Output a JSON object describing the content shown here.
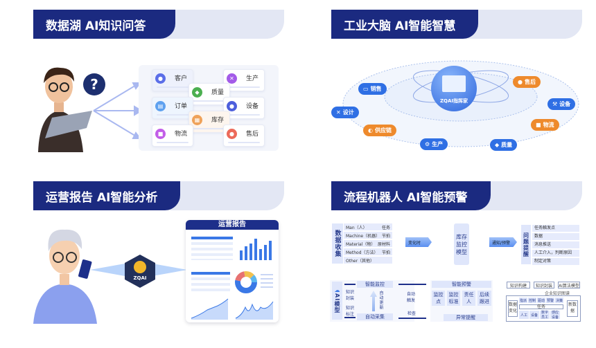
{
  "panels": {
    "qa": {
      "title": "数据湖 AI知识问答",
      "question_mark": "?",
      "cards": [
        "客户",
        "生产",
        "质量",
        "订单",
        "设备",
        "库存",
        "物流",
        "售后"
      ]
    },
    "brain": {
      "title": "工业大脑 AI智能智慧",
      "center": "ZQAI指挥家",
      "nodes": [
        "销售",
        "设计",
        "供应链",
        "生产",
        "质量",
        "售后",
        "设备",
        "物流"
      ]
    },
    "report": {
      "title": "运营报告 AI智能分析",
      "logo": "ZQAI",
      "doc_title": "运营报告"
    },
    "robot": {
      "title": "流程机器人 AI智能预警",
      "collect": "数据收集",
      "rows": [
        {
          "l": "Man（人）",
          "r": "任务"
        },
        {
          "l": "Machine（机器）",
          "r": "节拍"
        },
        {
          "l": "Material（物）",
          "r": "原材料"
        },
        {
          "l": "Method（方法）",
          "r": "节拍"
        },
        {
          "l": "Other（其他）",
          "r": ""
        }
      ],
      "arrow1": "变化时",
      "model": "库存监控模型",
      "arrow2": "通知/预警",
      "remind": "问题提醒",
      "remind_rows": [
        "任务触发点",
        "数据",
        "消息推送",
        "人工介入，判断原因",
        "制定对策"
      ],
      "ai_model": "AI模型",
      "smart_monitor": "智能监控",
      "auto_update": "自动更新",
      "know_pack": "知识封装",
      "know_label": "知识标注",
      "auto_collect": "自动采集",
      "auto_trigger": "自动触发",
      "check": "检查",
      "smart_warn": "智能预警",
      "warn_items": [
        "监控点",
        "监控标准",
        "责任人",
        "后续跟进"
      ],
      "abnormal": "异常提醒",
      "kg": {
        "build": "知识构建",
        "pack": "知识封装",
        "algo": "AI算法模型",
        "graph": "企业知识图谱",
        "data_change": "数据变化",
        "new_data": "新数据",
        "actions": [
          "指派",
          "控制",
          "驱动",
          "预警",
          "决策"
        ],
        "task": "任务",
        "bottom": [
          "人工",
          "设备",
          "数字员工",
          "感应设备"
        ]
      }
    }
  }
}
